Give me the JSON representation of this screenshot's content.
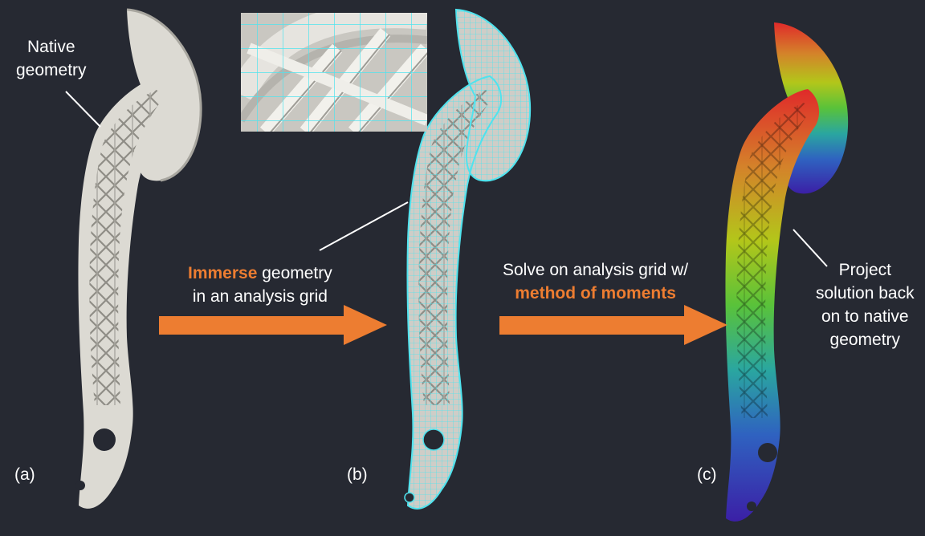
{
  "labels": {
    "native_line1": "Native",
    "native_line2": "geometry",
    "immerse_em": "Immerse",
    "immerse_rest": " geometry",
    "immerse_line2": "in an analysis grid",
    "solve_line1": "Solve on analysis grid w/",
    "solve_line2": "method of moments",
    "project_line1": "Project",
    "project_line2": "solution back",
    "project_line3": "on to native",
    "project_line4": "geometry"
  },
  "panel_tags": {
    "a": "(a)",
    "b": "(b)",
    "c": "(c)"
  },
  "colors": {
    "background": "#262932",
    "accent": "#ed7d31",
    "mesh": "#4fe3ee",
    "part": "#dcdad3",
    "gradient_top": "#e02a2a",
    "gradient_mid": "#9bd21f",
    "gradient_low": "#2a8fc4",
    "gradient_bottom": "#3b1fa6"
  }
}
